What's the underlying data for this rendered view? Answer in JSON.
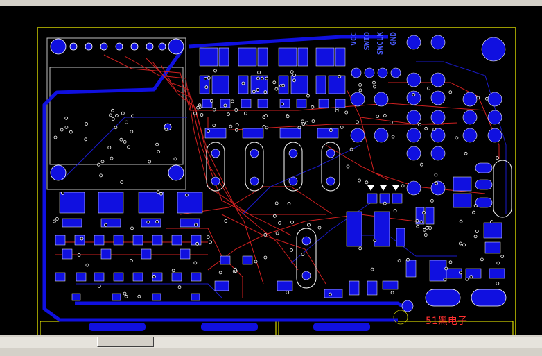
{
  "board": {
    "pin_labels": [
      "VCC",
      "SWIO",
      "SWCLK",
      "GND"
    ],
    "watermark": "51黑电子"
  },
  "colors": {
    "background": "#000000",
    "outline": "#ffff00",
    "bottom_layer": "#1010e0",
    "top_layer": "#e02020",
    "silkscreen": "#ffffff",
    "watermark": "#ff3030"
  }
}
